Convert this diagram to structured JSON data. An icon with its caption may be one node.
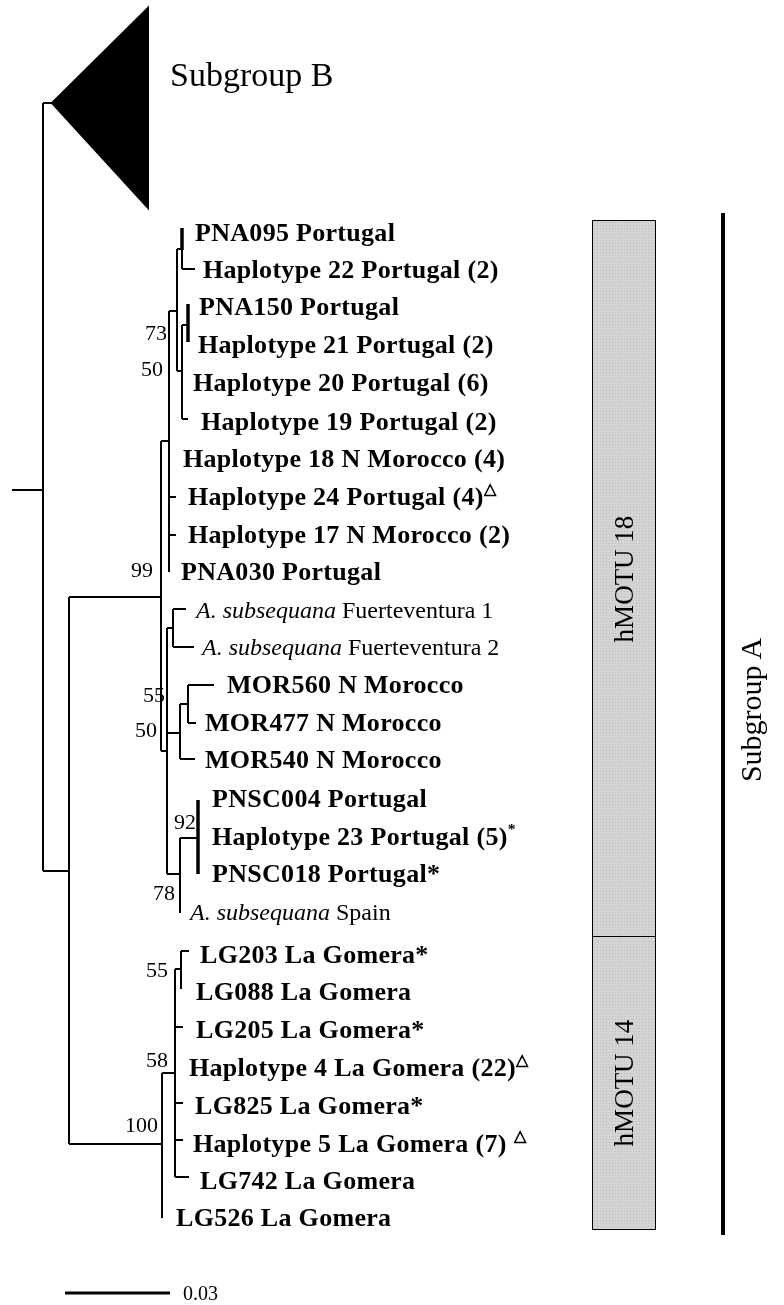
{
  "diagram": {
    "nodes": [
      {
        "text": [
          "hMOTU 18"
        ]
      },
      {
        "text": [
          "hMOTU 14"
        ]
      }
    ],
    "edges": [],
    "labels": [
      "Subgroup B",
      "PNA095 Portugal",
      "Haplotype 22 Portugal (2)",
      "PNA150 Portugal",
      "73",
      "Haplotype 21 Portugal (2)",
      "50",
      "Haplotype 20 Portugal (6)",
      "Haplotype 19 Portugal (2)",
      "Haplotype 18 N Morocco (4)",
      "Haplotype 24 Portugal (4)$^{△}$",
      "Haplotype 17 N Morocco (2)",
      "99",
      "PNA030 Portugal",
      "*A. subsequana* Fuerteventura 1",
      "*A. subsequana* Fuerteventura 2",
      "55",
      "MOR560 N Morocco",
      "50",
      "MOR477 N Morocco",
      "MOR540 N Morocco",
      "PNSC004 Portugal",
      "92",
      "Haplotype 23 Portugal (5)$^{*}$",
      "PNSC018 Portugal*",
      "78",
      "*A. subsequana* Spain",
      "LG203 La Gomera*",
      "55",
      "LG088 La Gomera",
      "LG205 La Gomera*",
      "58",
      "Haplotype 4 La Gomera (22)$^{△}$",
      "LG825 La Gomera*",
      "100",
      "Haplotype 5 La Gomera (7) $^{△}$",
      "LG742 La Gomera",
      "LG526 La Gomera",
      "Subgroup A",
      "0.03"
    ]
  }
}
